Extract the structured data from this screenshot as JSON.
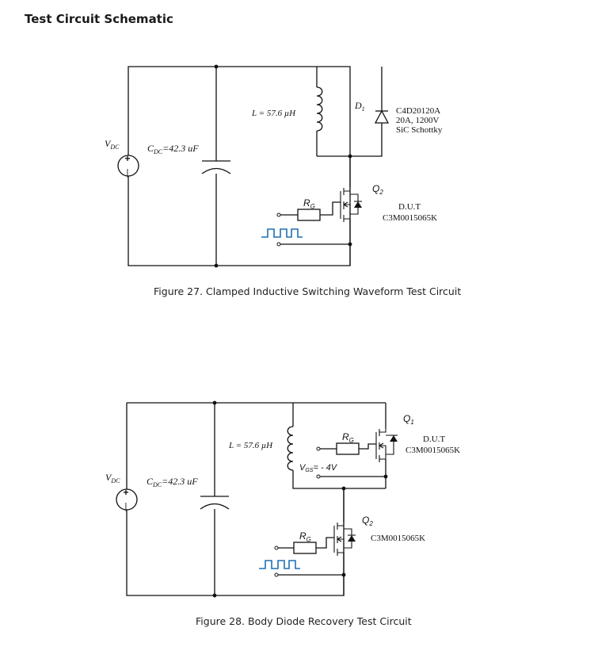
{
  "section_title": "Test Circuit Schematic",
  "fig27": {
    "caption": "Figure 27. Clamped Inductive Switching Waveform Test Circuit",
    "vdc": "V",
    "vdc_sub": "DC",
    "cdc": "C",
    "cdc_sub": "DC",
    "cdc_val": "=42.3 uF",
    "inductor": "L = 57.6 µH",
    "d1": "D",
    "d1_sub": "1",
    "diode_part": "C4D20120A",
    "diode_rating": "20A, 1200V",
    "diode_type": "SiC Schottky",
    "q2": "Q",
    "q2_sub": "2",
    "rg": "R",
    "rg_sub": "G",
    "dut": "D.U.T",
    "dut_part": "C3M0015065K"
  },
  "fig28": {
    "caption": "Figure 28. Body Diode Recovery Test Circuit",
    "vdc": "V",
    "vdc_sub": "DC",
    "cdc": "C",
    "cdc_sub": "DC",
    "cdc_val": "=42.3 uF",
    "inductor": "L = 57.6 µH",
    "q1": "Q",
    "q1_sub": "1",
    "rg_top": "R",
    "rg_top_sub": "G",
    "dut": "D.U.T",
    "dut_part": "C3M0015065K",
    "vgs": "V",
    "vgs_sub": "GS",
    "vgs_val": "= - 4V",
    "q2": "Q",
    "q2_sub": "2",
    "rg_bot": "R",
    "rg_bot_sub": "G",
    "q2_part": "C3M0015065K"
  }
}
